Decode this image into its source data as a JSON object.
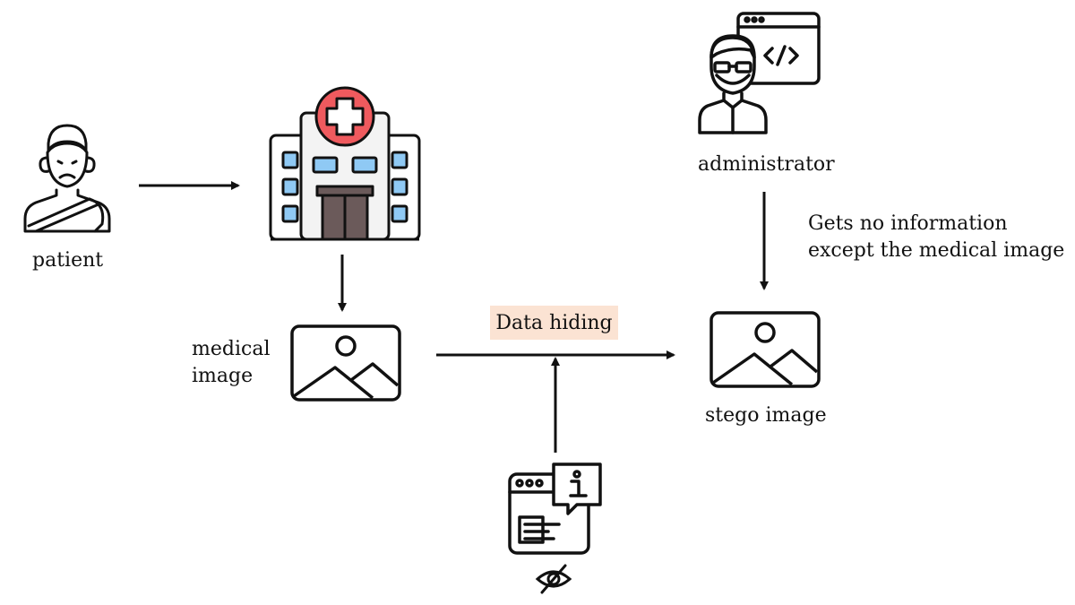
{
  "labels": {
    "patient": "patient",
    "medical_image_line1": "medical",
    "medical_image_line2": "image",
    "data_hiding": "Data hiding",
    "stego_image": "stego image",
    "administrator": "administrator",
    "admin_note_line1": "Gets no information",
    "admin_note_line2": "except the medical image"
  },
  "icons": {
    "patient": "patient-icon",
    "hospital": "hospital-icon",
    "medical_image": "image-icon",
    "stego_image": "image-icon",
    "administrator": "developer-icon",
    "secret_info": "info-window-icon",
    "hidden": "eye-slash-icon"
  },
  "colors": {
    "stroke": "#111111",
    "hospital_cross_red": "#ef5a5e",
    "window_blue": "#8fc9f4",
    "door_brown": "#6b5a5a",
    "hiding_highlight": "#fbe3d3"
  }
}
